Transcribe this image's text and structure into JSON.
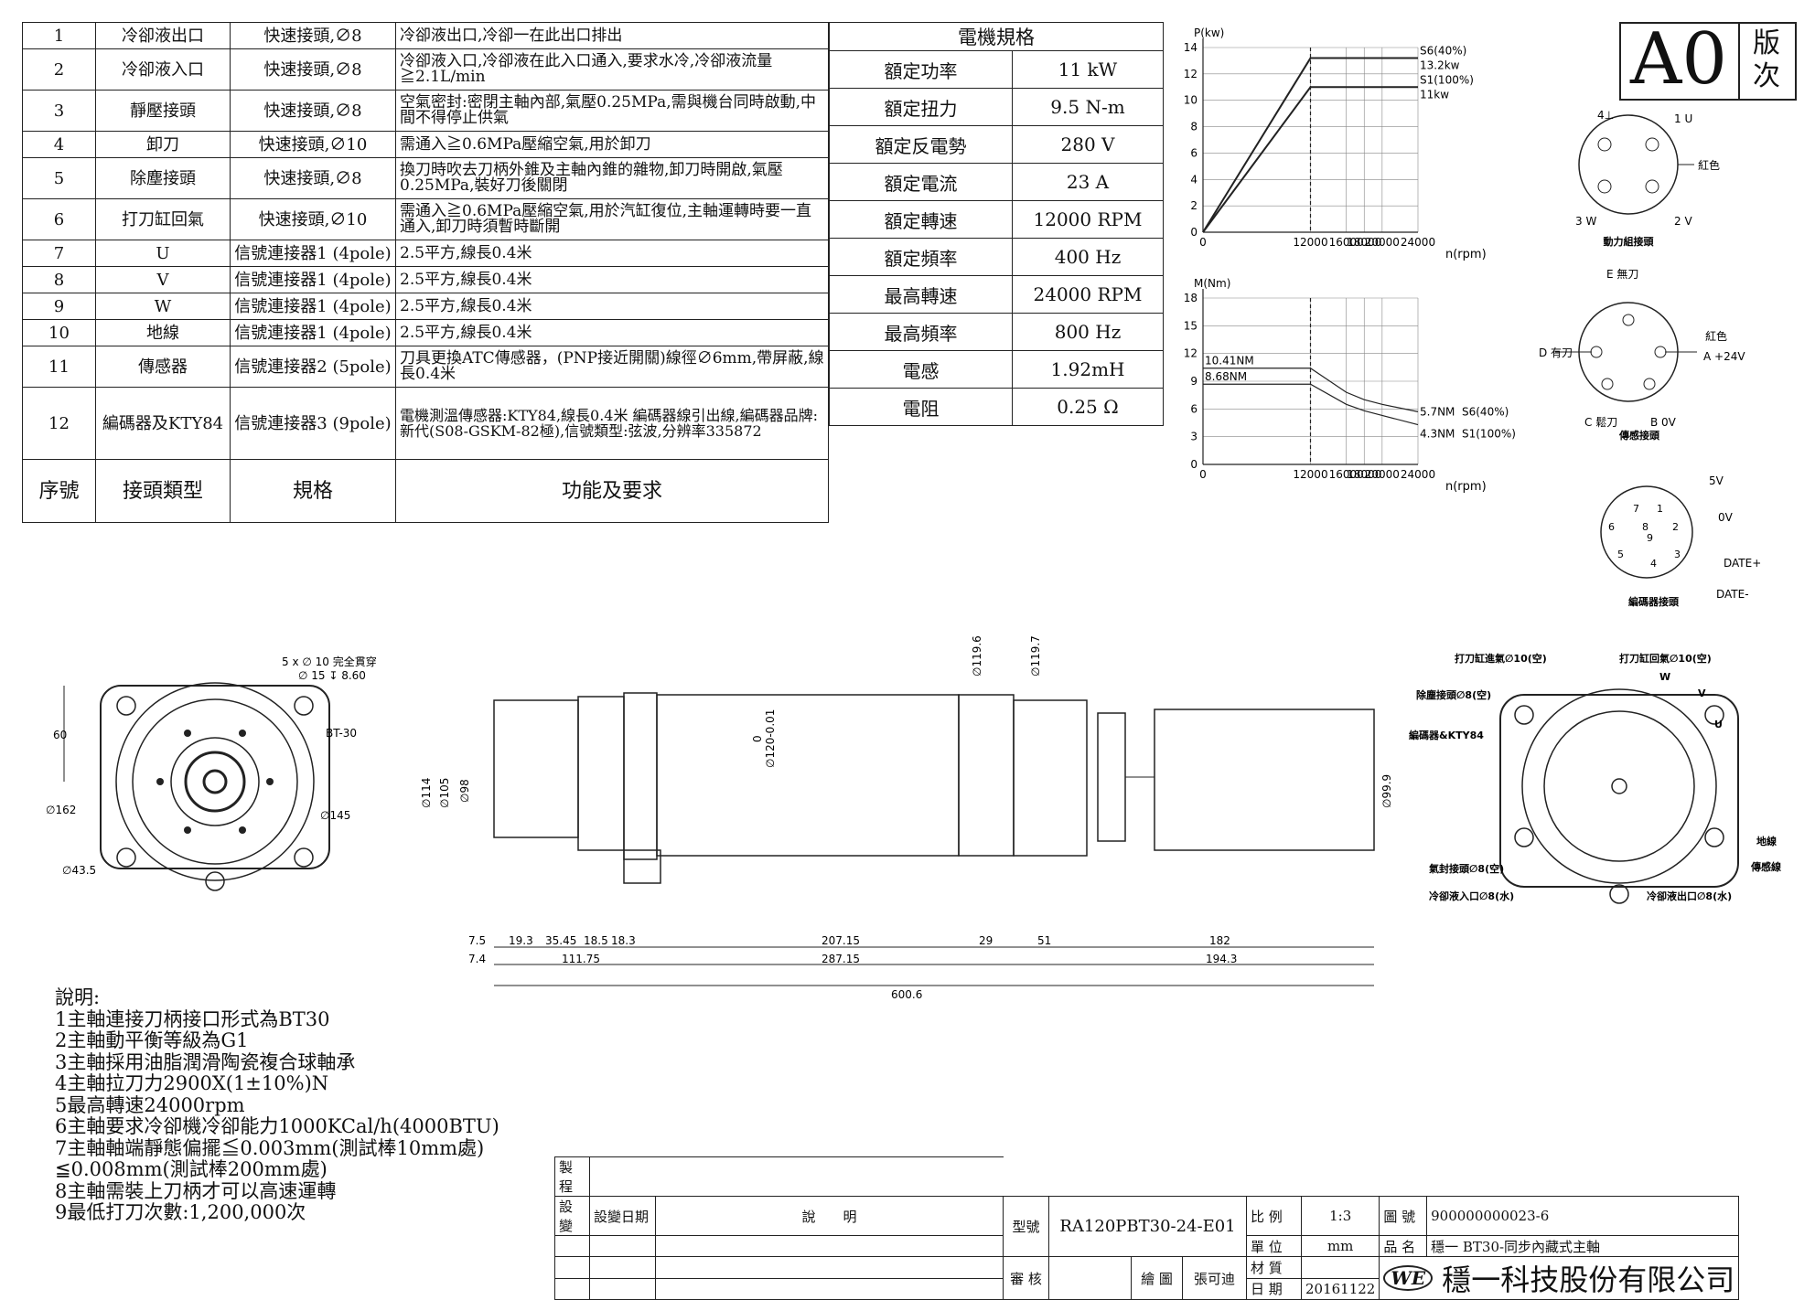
{
  "connector_table": {
    "rows": [
      {
        "no": "1",
        "name": "冷卻液出口",
        "spec": "快速接頭,∅8",
        "func": "冷卻液出口,冷卻一在此出口排出"
      },
      {
        "no": "2",
        "name": "冷卻液入口",
        "spec": "快速接頭,∅8",
        "func": "冷卻液入口,冷卻液在此入口通入,要求水冷,冷卻液流量≧2.1L/min"
      },
      {
        "no": "3",
        "name": "靜壓接頭",
        "spec": "快速接頭,∅8",
        "func": "空氣密封:密閉主軸內部,氣壓0.25MPa,需與機台同時啟動,中間不得停止供氣"
      },
      {
        "no": "4",
        "name": "卸刀",
        "spec": "快速接頭,∅10",
        "func": "需通入≧0.6MPa壓縮空氣,用於卸刀"
      },
      {
        "no": "5",
        "name": "除塵接頭",
        "spec": "快速接頭,∅8",
        "func": "換刀時吹去刀柄外錐及主軸內錐的雜物,卸刀時開啟,氣壓0.25MPa,裝好刀後關閉"
      },
      {
        "no": "6",
        "name": "打刀缸回氣",
        "spec": "快速接頭,∅10",
        "func": "需通入≧0.6MPa壓縮空氣,用於汽缸復位,主軸運轉時要一直通入,卸刀時須暫時斷開"
      },
      {
        "no": "7",
        "name": "U",
        "spec": "信號連接器1 (4pole)",
        "func": "2.5平方,線長0.4米"
      },
      {
        "no": "8",
        "name": "V",
        "spec": "信號連接器1 (4pole)",
        "func": "2.5平方,線長0.4米"
      },
      {
        "no": "9",
        "name": "W",
        "spec": "信號連接器1 (4pole)",
        "func": "2.5平方,線長0.4米"
      },
      {
        "no": "10",
        "name": "地線",
        "spec": "信號連接器1 (4pole)",
        "func": "2.5平方,線長0.4米"
      },
      {
        "no": "11",
        "name": "傳感器",
        "spec": "信號連接器2 (5pole)",
        "func": "刀具更換ATC傳感器，(PNP接近開關)線徑∅6mm,帶屏蔽,線長0.4米"
      },
      {
        "no": "12",
        "name": "編碼器及KTY84",
        "spec": "信號連接器3 (9pole)",
        "func": "電機測溫傳感器:KTY84,線長0.4米 編碼器線引出線,編碼器品牌:新代(S08-GSKM-82極),信號類型:弦波,分辨率335872"
      }
    ],
    "header": {
      "no": "序號",
      "name": "接頭類型",
      "spec": "規格",
      "func": "功能及要求"
    }
  },
  "motor_spec": {
    "title": "電機規格",
    "rows": [
      {
        "k": "額定功率",
        "v": "11 kW"
      },
      {
        "k": "額定扭力",
        "v": "9.5 N-m"
      },
      {
        "k": "額定反電勢",
        "v": "280 V"
      },
      {
        "k": "額定電流",
        "v": "23 A"
      },
      {
        "k": "額定轉速",
        "v": "12000 RPM"
      },
      {
        "k": "額定頻率",
        "v": "400 Hz"
      },
      {
        "k": "最高轉速",
        "v": "24000 RPM"
      },
      {
        "k": "最高頻率",
        "v": "800 Hz"
      },
      {
        "k": "電感",
        "v": "1.92mH"
      },
      {
        "k": "電阻",
        "v": "0.25 Ω"
      }
    ]
  },
  "version": {
    "letter": "A0",
    "label": "版次"
  },
  "chart_data": [
    {
      "type": "line",
      "ylabel": "P(kw)",
      "xlabel": "n(rpm)",
      "x_ticks": [
        "0",
        "12000",
        "16000",
        "18000",
        "20000",
        "24000"
      ],
      "y_ticks": [
        "0",
        "2",
        "4",
        "6",
        "8",
        "10",
        "12",
        "14"
      ],
      "xlim": [
        0,
        24000
      ],
      "ylim": [
        0,
        14
      ],
      "series": [
        {
          "name": "S6(40%)",
          "x": [
            0,
            12000,
            24000
          ],
          "y": [
            0,
            13.2,
            13.2
          ],
          "end_label": "13.2kw"
        },
        {
          "name": "S1(100%)",
          "x": [
            0,
            12000,
            24000
          ],
          "y": [
            0,
            11,
            11
          ],
          "end_label": "11kw"
        }
      ]
    },
    {
      "type": "line",
      "ylabel": "M(Nm)",
      "xlabel": "n(rpm)",
      "x_ticks": [
        "0",
        "12000",
        "16000",
        "18000",
        "20000",
        "24000"
      ],
      "y_ticks": [
        "0",
        "3",
        "6",
        "9",
        "12",
        "15",
        "18"
      ],
      "xlim": [
        0,
        24000
      ],
      "ylim": [
        0,
        18
      ],
      "annotations": [
        "10.41NM",
        "8.68NM"
      ],
      "series": [
        {
          "name": "S6(40%)",
          "x": [
            0,
            12000,
            16000,
            18000,
            20000,
            24000
          ],
          "y": [
            10.41,
            10.41,
            7.8,
            7.0,
            6.5,
            5.7
          ],
          "end_label": "5.7NM"
        },
        {
          "name": "S1(100%)",
          "x": [
            0,
            12000,
            16000,
            18000,
            20000,
            24000
          ],
          "y": [
            8.68,
            8.68,
            6.5,
            5.8,
            5.3,
            4.3
          ],
          "end_label": "4.3NM"
        }
      ]
    }
  ],
  "connectors": {
    "power": {
      "caption": "動力組接頭",
      "pins": [
        "1 U",
        "2 V",
        "3 W",
        "4⊥"
      ],
      "color": "紅色"
    },
    "sensor": {
      "caption": "傳感接頭",
      "pins": [
        "E 無刀",
        "D 有刀",
        "C 鬆刀",
        "B 0V",
        "A +24V"
      ],
      "color": "紅色"
    },
    "encoder": {
      "caption": "編碼器接頭",
      "pins": [
        "1",
        "2",
        "3",
        "4",
        "5",
        "6",
        "7",
        "8",
        "9"
      ],
      "labels": [
        "5V",
        "0V",
        "DATE+",
        "DATE-"
      ]
    }
  },
  "front_view": {
    "hole_note": "5 x ∅ 10 完全貫穿",
    "cbore_note": "∅ 15 ↧ 8.60",
    "labels": [
      "BT-30",
      "60",
      "∅162",
      "∅145",
      "∅43.5"
    ]
  },
  "side_view": {
    "diameters": [
      "∅114",
      "∅105",
      "∅98",
      "∅119.6",
      "∅119.7",
      "0",
      "∅120-0.01",
      "∅99.9"
    ],
    "dims_row1": [
      "7.5",
      "19.3",
      "35.45",
      "18.5",
      "18.3",
      "207.15",
      "29",
      "51",
      "182"
    ],
    "dims_row2": [
      "7.4",
      "111.75",
      "287.15",
      "194.3"
    ],
    "total": "600.6"
  },
  "rear_view": {
    "labels": [
      "打刀缸進氣∅10(空)",
      "打刀缸回氣∅10(空)",
      "除塵接頭∅8(空)",
      "編碼器&KTY84",
      "W",
      "V",
      "U",
      "地線",
      "傳感線",
      "氣封接頭∅8(空)",
      "冷卻液入口∅8(水)",
      "冷卻液出口∅8(水)"
    ]
  },
  "notes": {
    "title": "說明:",
    "items": [
      "1主軸連接刀柄接口形式為BT30",
      "2主軸動平衡等級為G1",
      "3主軸採用油脂潤滑陶瓷複合球軸承",
      "4主軸拉刀力2900X(1±10%)N",
      "5最高轉速24000rpm",
      "6主軸要求冷卻機冷卻能力1000KCal/h(4000BTU)",
      "7主軸軸端靜態偏擺≦0.003mm(測試棒10mm處)",
      "≦0.008mm(測試棒200mm處)",
      "8主軸需裝上刀柄才可以高速運轉",
      "9最低打刀次數:1,200,000次"
    ]
  },
  "title_block": {
    "zhicheng": "製程",
    "biangeng": "設變",
    "biangeng_date": "設變日期",
    "shuoming": "說　　明",
    "model_label": "型號",
    "model": "RA120PBT30-24-E01",
    "scale_label": "比 例",
    "scale": "1:3",
    "unit_label": "單 位",
    "unit": "mm",
    "material_label": "材 質",
    "material": "",
    "date_label": "日 期",
    "date": "20161122",
    "drawno_label": "圖 號",
    "drawno": "900000000023-6",
    "name_label": "品 名",
    "name": "穩一 BT30-同步內藏式主軸",
    "review_label": "審 核",
    "review": "",
    "drawer_label": "繪 圖",
    "drawer": "張可迪",
    "logo": "WE",
    "company": "穩一科技股份有限公司"
  }
}
